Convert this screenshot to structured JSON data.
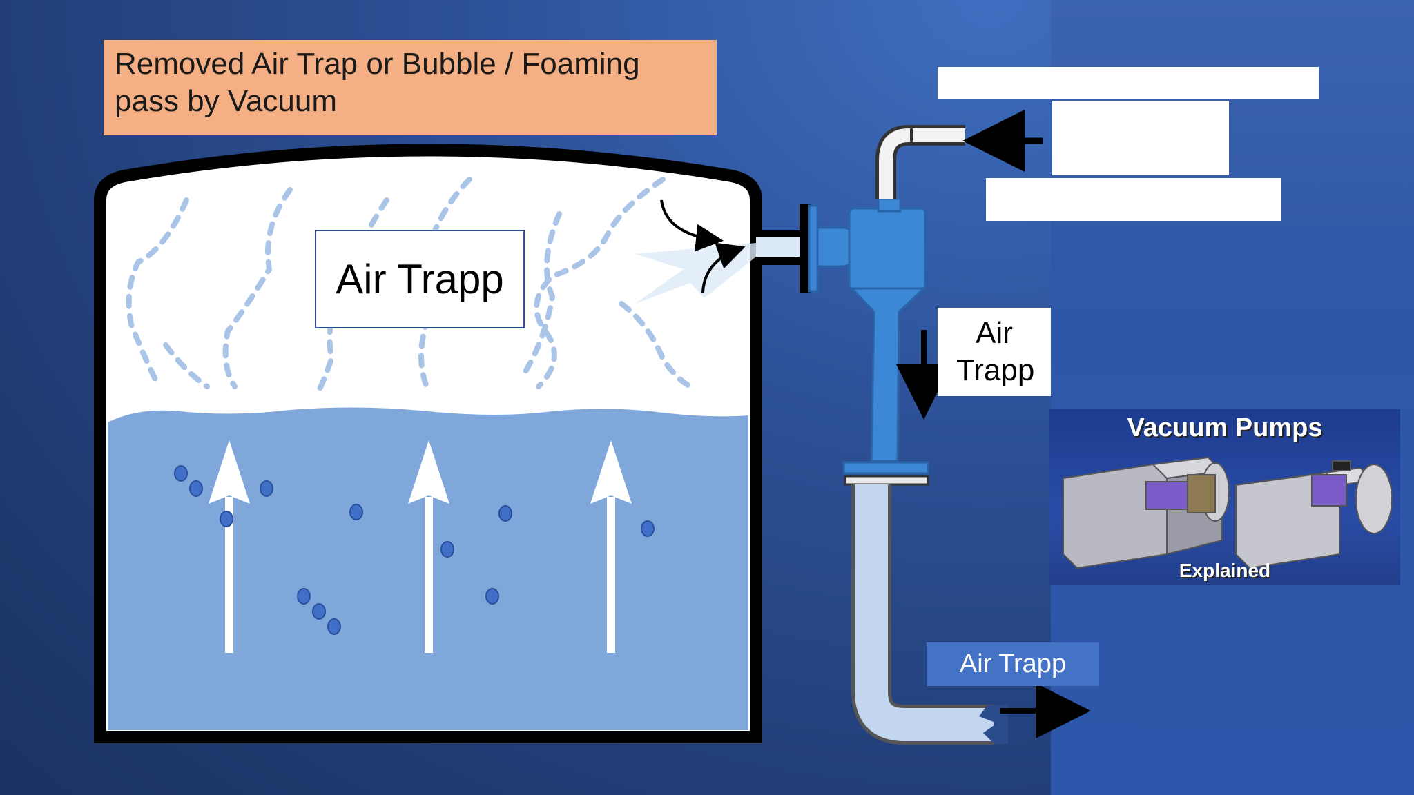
{
  "slide": {
    "title": "Removed Air Trap or Bubble / Foaming pass by Vacuum",
    "tank_label": "Air Trapp",
    "side_label": "Air Trapp",
    "bottom_label": "Air Trapp"
  },
  "thumbnail": {
    "title": "Vacuum Pumps",
    "subtitle": "Explained"
  },
  "colors": {
    "title_box": "#f4b084",
    "water": "#7fa7da",
    "pump": "#3c88d6",
    "label_blue": "#4472c4"
  }
}
